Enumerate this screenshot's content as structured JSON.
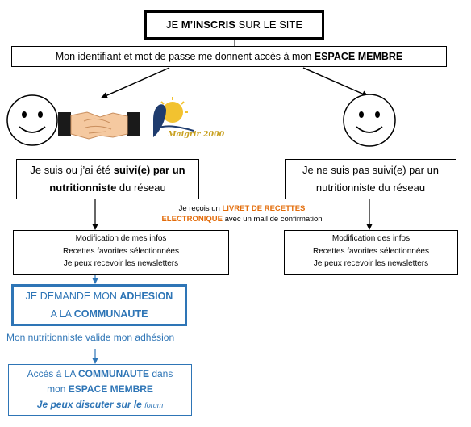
{
  "title": {
    "pre": "JE ",
    "bold": "M’INSCRIS",
    "post": " SUR LE SITE"
  },
  "access": {
    "text": "Mon identifiant et mot de passe me donnent accès à mon ",
    "bold": "ESPACE MEMBRE"
  },
  "logo": {
    "text": "Maigrir 2000"
  },
  "left_status": {
    "line1_pre": "Je suis ou j’ai été ",
    "line1_bold": "suivi(e) par un",
    "line2_bold": "nutritionniste",
    "line2_post": " du réseau"
  },
  "right_status": {
    "line1": "Je ne suis pas suivi(e) par un",
    "line2": "nutritionniste du réseau"
  },
  "ebook_note": {
    "pre": "Je reçois un ",
    "orange1": "LIVRET DE RECETTES",
    "orange2": "ELECTRONIQUE",
    "post": " avec un mail de confirmation"
  },
  "left_features": [
    "Modification de mes infos",
    "Recettes favorites sélectionnées",
    "Je peux recevoir les newsletters"
  ],
  "right_features": [
    "Modification des infos",
    "Recettes favorites sélectionnées",
    "Je peux recevoir les newsletters"
  ],
  "adhesion": {
    "line1_pre": "JE DEMANDE MON ",
    "line1_bold": "ADHESION",
    "line2_pre": "A LA ",
    "line2_bold": "COMMUNAUTE"
  },
  "validation": "Mon nutritionniste valide mon adhésion",
  "community": {
    "line1_pre": "Accès à LA ",
    "line1_bold": "COMMUNAUTE",
    "line1_post": " dans",
    "line2_pre": "mon ",
    "line2_bold": "ESPACE MEMBRE",
    "line3_main": "Je peux discuter sur le ",
    "line3_small": "forum"
  },
  "colors": {
    "accent_blue": "#2e75b6",
    "orange": "#e36c0a",
    "hand_skin": "#f5c9a0",
    "cuff": "#1a1a1a"
  },
  "icons": [
    "smiley-face-icon",
    "handshake-icon",
    "maigrir-logo-icon"
  ]
}
